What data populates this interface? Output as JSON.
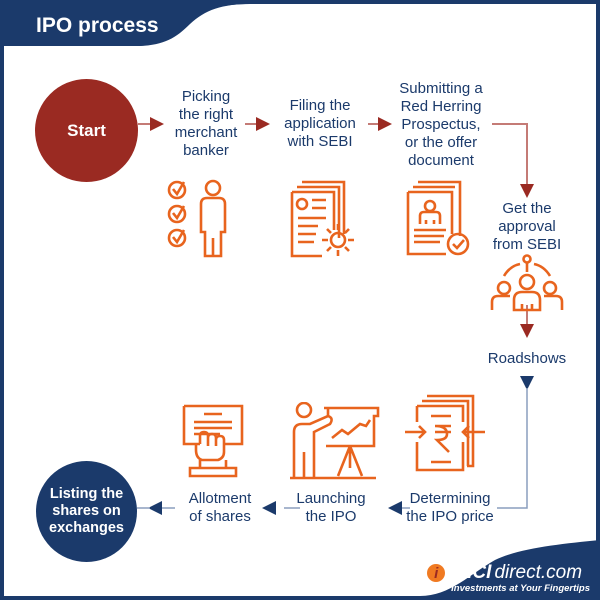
{
  "header": {
    "title": "IPO process"
  },
  "colors": {
    "navy": "#1b3a6b",
    "maroon": "#9a2a22",
    "orange": "#e8641e",
    "arrow_red": "#c0504d"
  },
  "nodes": {
    "start": "Start",
    "end": "Listing the\nshares on\nexchanges"
  },
  "steps": [
    {
      "label": "Picking\nthe right\nmerchant\nbanker",
      "icon": "checklist-person-icon"
    },
    {
      "label": "Filing the\napplication\nwith SEBI",
      "icon": "documents-gear-icon"
    },
    {
      "label": "Submitting a\nRed Herring\nProspectus,\nor the offer\ndocument",
      "icon": "resume-check-icon"
    },
    {
      "label": "Get the\napproval\nfrom SEBI",
      "icon": ""
    },
    {
      "label": "Roadshows",
      "icon": "team-network-icon"
    },
    {
      "label": "Determining\nthe IPO price",
      "icon": "rupee-document-icon"
    },
    {
      "label": "Launching\nthe IPO",
      "icon": "presentation-icon"
    },
    {
      "label": "Allotment\nof shares",
      "icon": "hand-certificate-icon"
    }
  ],
  "brand": {
    "name_bold": "ICICI",
    "name_light": "direct.com",
    "tagline": "Investments at Your Fingertips",
    "logo_glyph": "i"
  }
}
